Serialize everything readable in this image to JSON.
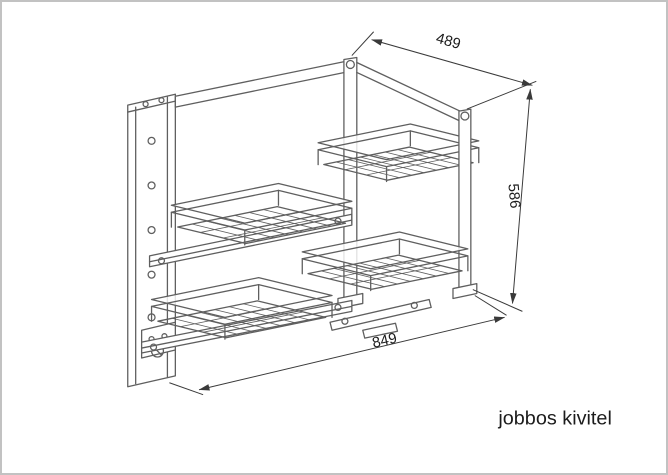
{
  "drawing": {
    "dim_width": "489",
    "dim_height": "586",
    "dim_depth": "849",
    "variant_label": "jobbos kivitel",
    "colors": {
      "line": "#5f5f5f",
      "dimension": "#3a3a3a",
      "text": "#1c1c1c",
      "background": "#ffffff",
      "border": "#c2c2c2"
    }
  }
}
